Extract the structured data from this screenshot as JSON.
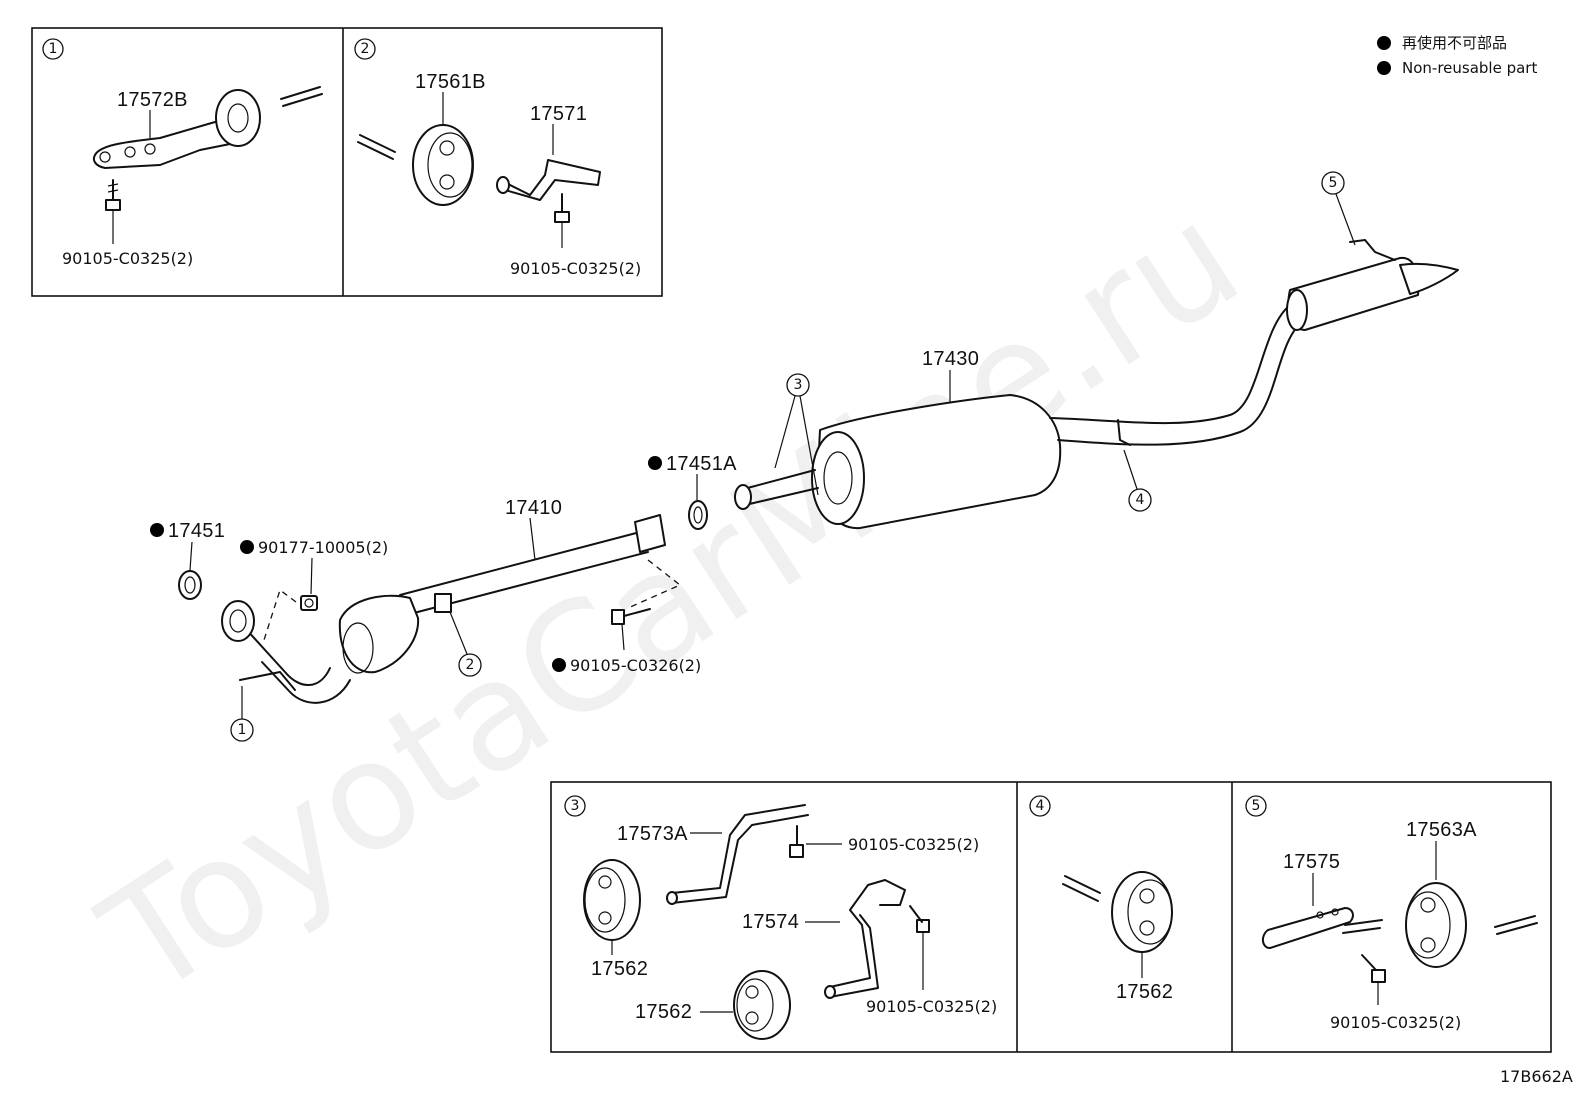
{
  "legend": {
    "jp_text": "再使用不可部品",
    "en_text": "Non-reusable part",
    "marker": "filled-circle"
  },
  "watermark": "ToyotaCarMine.ru",
  "diagram_code": "17B662A",
  "callouts": [
    "1",
    "2",
    "3",
    "4",
    "5"
  ],
  "detail_1": {
    "number": "1",
    "labels": [
      "17572B",
      "90105-C0325(2)"
    ]
  },
  "detail_2": {
    "number": "2",
    "labels": [
      "17561B",
      "17571",
      "90105-C0325(2)"
    ]
  },
  "main": {
    "p17430": "17430",
    "p17410": "17410",
    "p17451A": "17451A",
    "p17451": "17451",
    "p90177": "90177-10005(2)",
    "p90105_c0326": "90105-C0326(2)"
  },
  "detail_3": {
    "number": "3",
    "labels": [
      "17573A",
      "90105-C0325(2)",
      "17574",
      "90105-C0325(2)",
      "17562",
      "17562"
    ]
  },
  "detail_4": {
    "number": "4",
    "labels": [
      "17562"
    ]
  },
  "detail_5": {
    "number": "5",
    "labels": [
      "17575",
      "17563A",
      "90105-C0325(2)"
    ]
  }
}
